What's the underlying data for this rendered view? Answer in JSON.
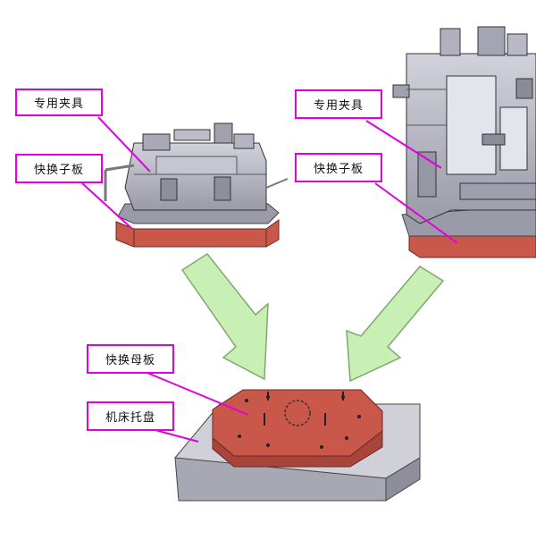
{
  "labels": {
    "left_fixture": "专用夹具",
    "left_quick_sub": "快换子板",
    "right_fixture": "专用夹具",
    "right_quick_sub": "快换子板",
    "quick_mother": "快换母板",
    "machine_pallet": "机床托盘"
  },
  "colors": {
    "callout": "#e000e0",
    "arrow_fill": "#c8f0b4",
    "arrow_stroke": "#7fa870",
    "red_plate": "#c9584a",
    "pallet": "#c4c4cc",
    "fixture_metal": "#b6b6c4"
  }
}
